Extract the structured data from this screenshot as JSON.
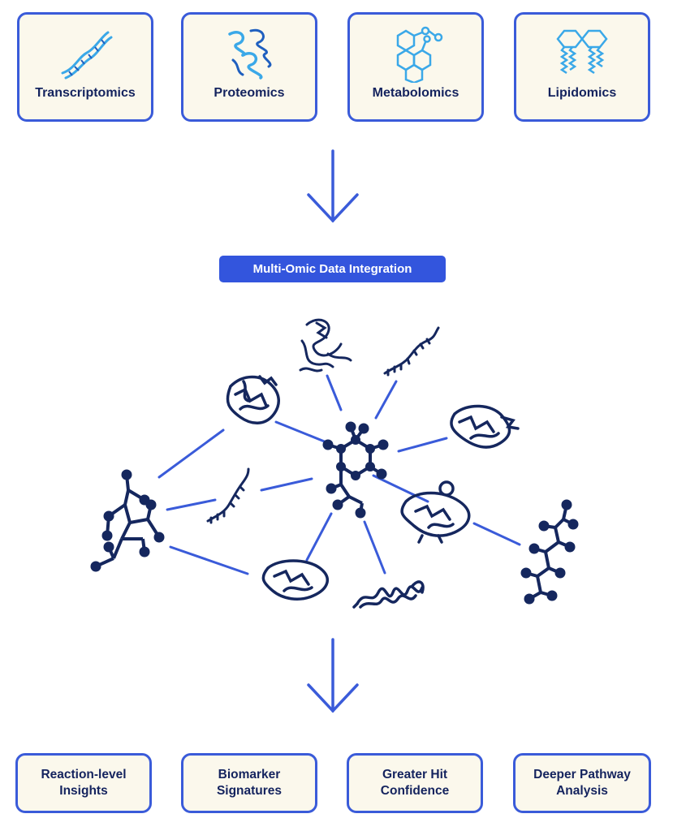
{
  "inputs": [
    {
      "label": "Transcriptomics",
      "icon": "dna-helix-icon"
    },
    {
      "label": "Proteomics",
      "icon": "protein-helix-icon"
    },
    {
      "label": "Metabolomics",
      "icon": "molecule-rings-icon"
    },
    {
      "label": "Lipidomics",
      "icon": "lipid-icon"
    }
  ],
  "integration": {
    "label": "Multi-Omic Data Integration"
  },
  "outputs": [
    {
      "line1": "Reaction-level",
      "line2": "Insights"
    },
    {
      "line1": "Biomarker",
      "line2": "Signatures"
    },
    {
      "line1": "Greater Hit",
      "line2": "Confidence"
    },
    {
      "line1": "Deeper Pathway",
      "line2": "Analysis"
    }
  ],
  "colors": {
    "accent": "#3a5bd9",
    "banner": "#3355dd",
    "card_fill": "#fbf8ec",
    "text": "#14235e",
    "icon": "#3aa8e8"
  }
}
